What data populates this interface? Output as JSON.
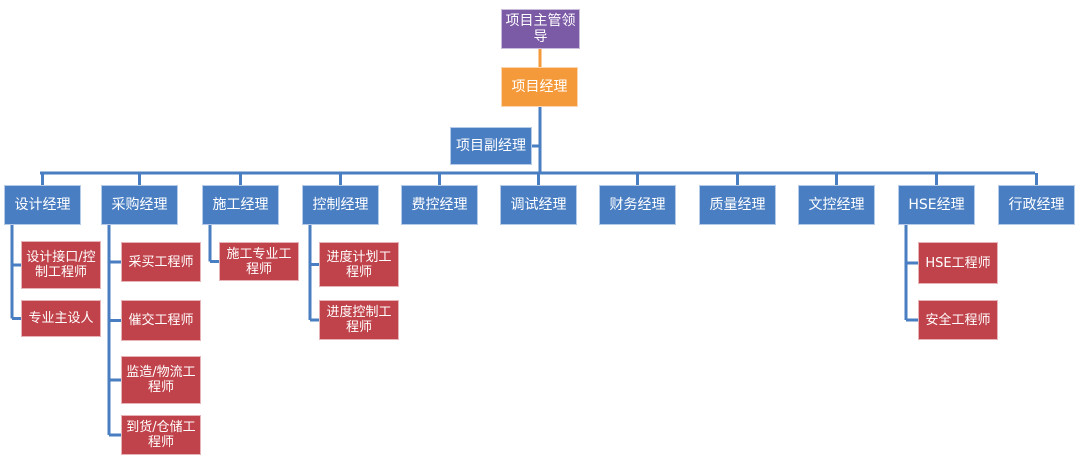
{
  "colors": {
    "top": "#7b5aa6",
    "pm": "#f59a3a",
    "manager": "#4a7ec2",
    "engineer": "#c0424a",
    "connector_top": "#f59a3a",
    "connector": "#4a7ec2"
  },
  "org": {
    "top": "项目主管领导",
    "pm": "项目经理",
    "deputy": "项目副经理",
    "managers": [
      {
        "label": "设计经理",
        "children": [
          "设计接口/控制工程师",
          "专业主设人"
        ]
      },
      {
        "label": "采购经理",
        "children": [
          "采买工程师",
          "催交工程师",
          "监造/物流工程师",
          "到货/仓储工程师"
        ]
      },
      {
        "label": "施工经理",
        "children": [
          "施工专业工程师"
        ]
      },
      {
        "label": "控制经理",
        "children": [
          "进度计划工程师",
          "进度控制工程师"
        ]
      },
      {
        "label": "费控经理",
        "children": []
      },
      {
        "label": "调试经理",
        "children": []
      },
      {
        "label": "财务经理",
        "children": []
      },
      {
        "label": "质量经理",
        "children": []
      },
      {
        "label": "文控经理",
        "children": []
      },
      {
        "label": "HSE经理",
        "children": [
          "HSE工程师",
          "安全工程师"
        ]
      },
      {
        "label": "行政经理",
        "children": []
      }
    ]
  }
}
